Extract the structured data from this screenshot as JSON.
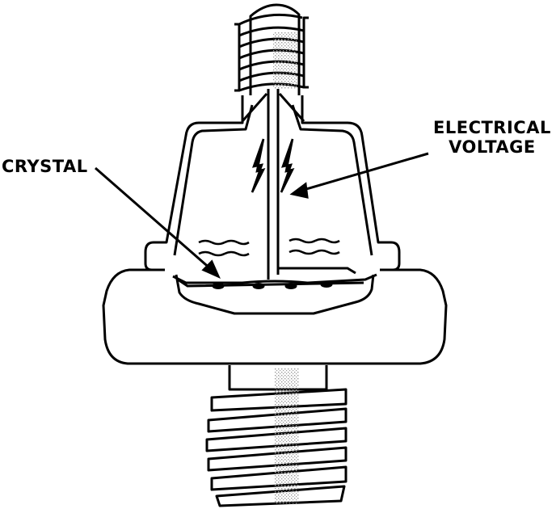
{
  "labels": {
    "crystal": "CRYSTAL",
    "voltage_line1": "ELECTRICAL",
    "voltage_line2": "VOLTAGE"
  },
  "colors": {
    "ink": "#000000",
    "paper": "#ffffff",
    "stipple": "#9a9a9a"
  },
  "icons": {
    "spark": "lightning-bolt-icon"
  }
}
